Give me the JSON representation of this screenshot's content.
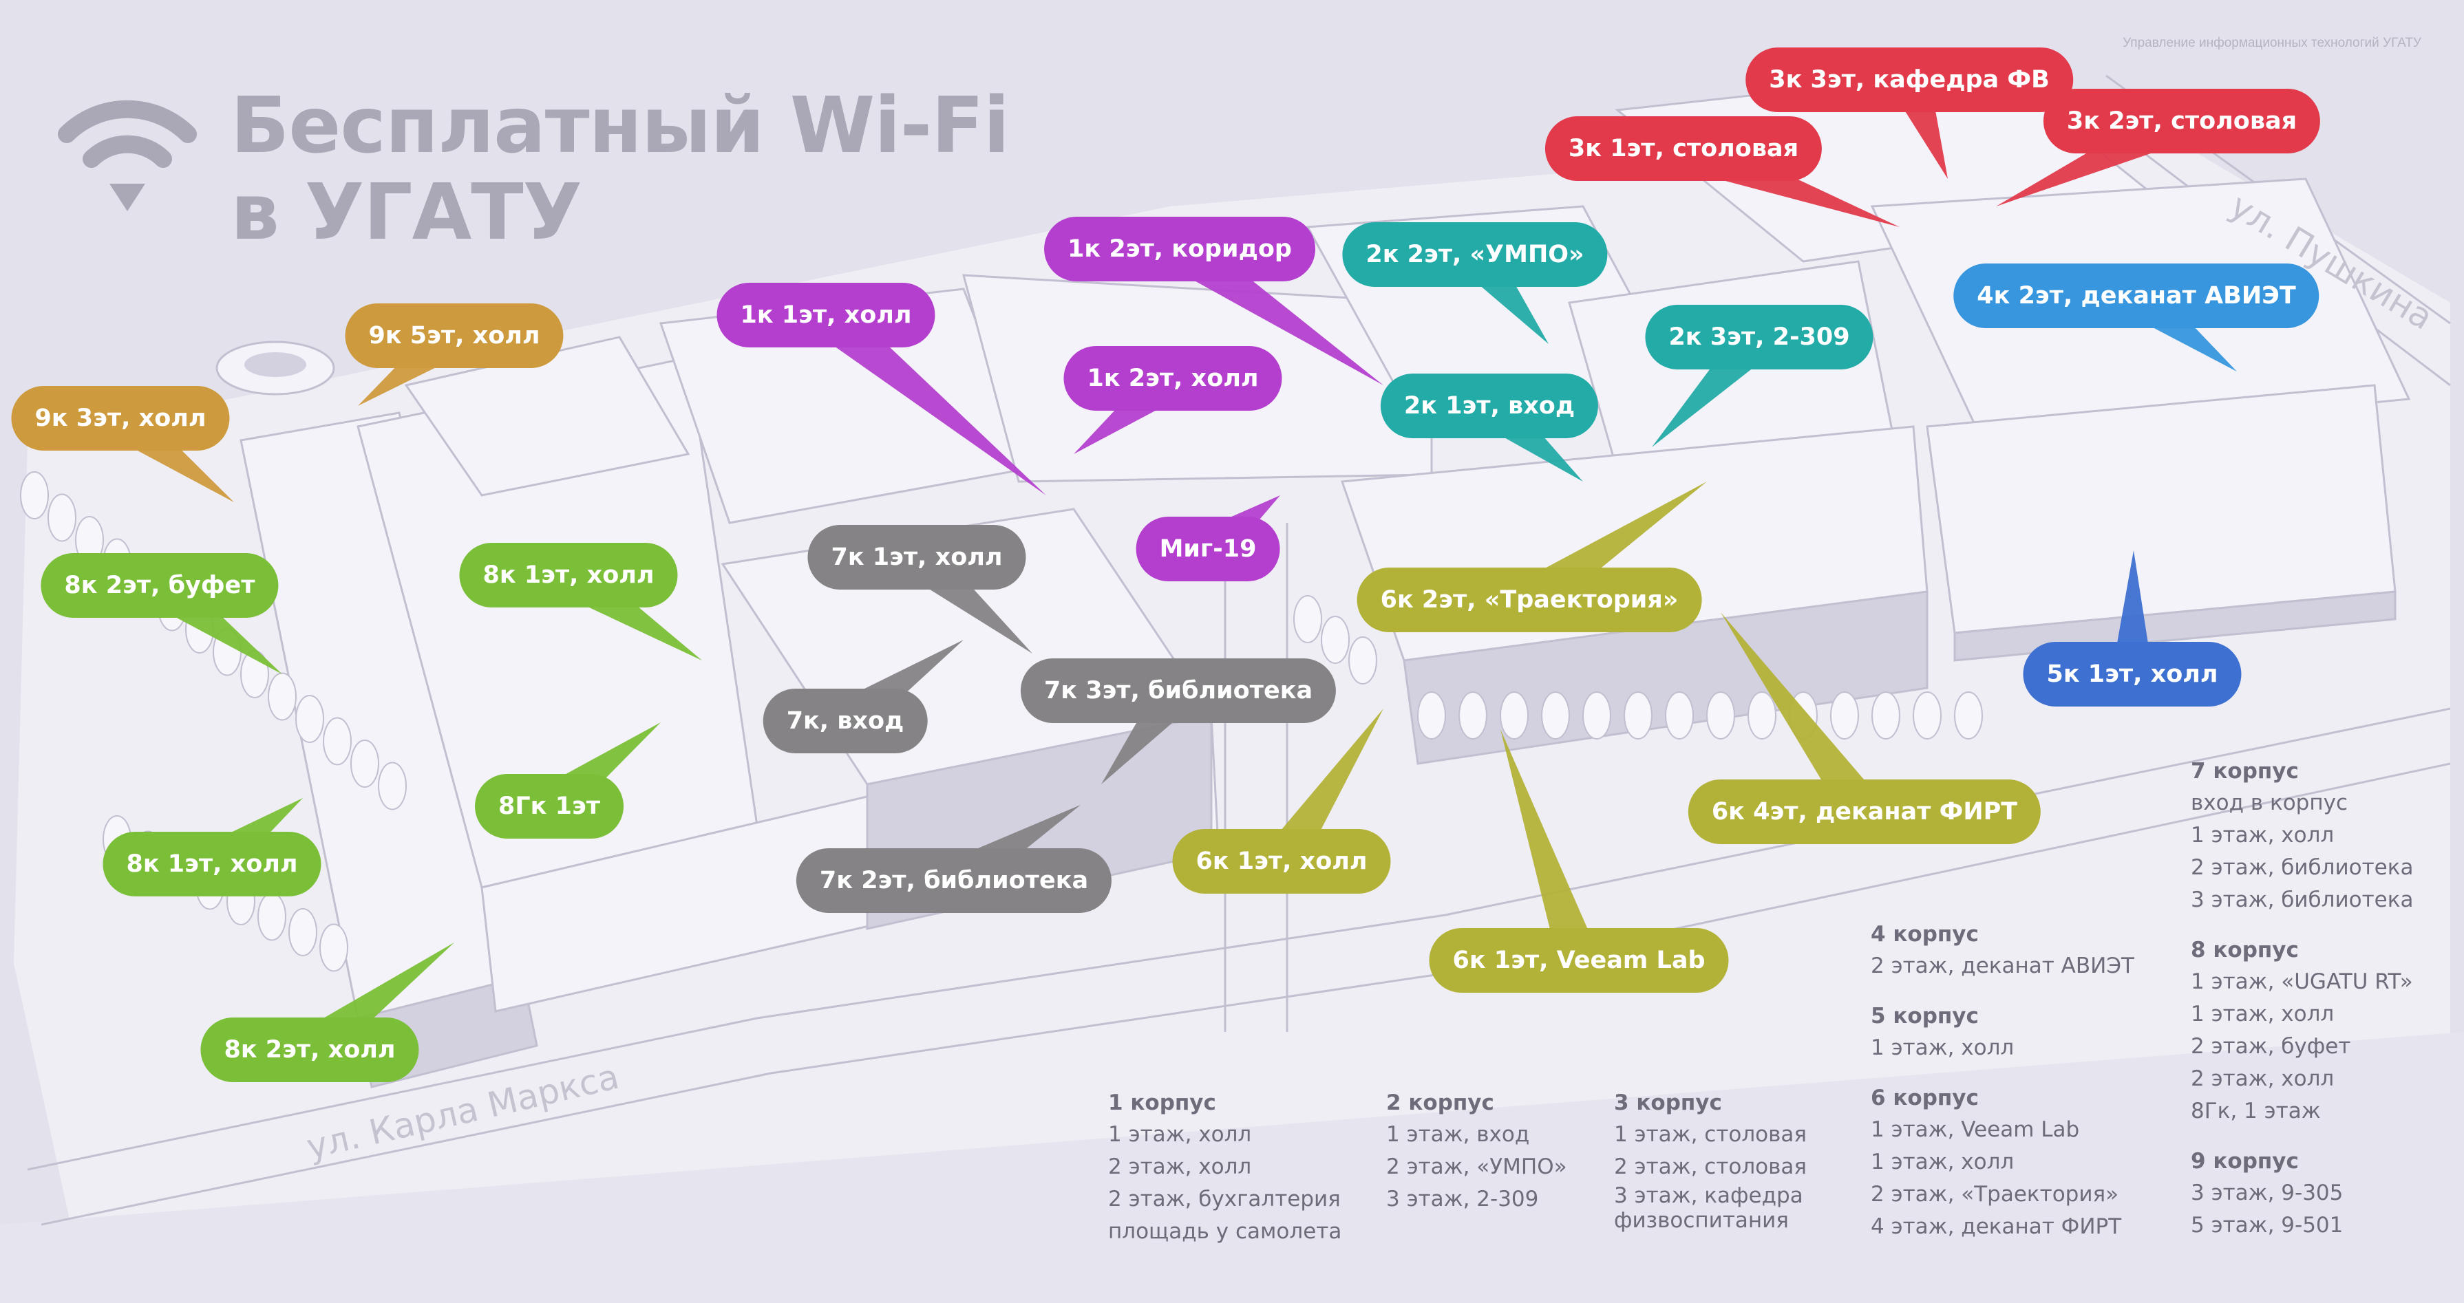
{
  "title": {
    "line1": "Бесплатный Wi-Fi",
    "line2": "в УГАТУ"
  },
  "credit": "Управление информационных технологий УГАТУ",
  "streets": {
    "karla_marksa": "ул. Карла Маркса",
    "pushkina": "ул. Пушкина"
  },
  "colors": {
    "background": "#e3e1ec",
    "building_top": "#f4f3f9",
    "building_side": "#d3d1df",
    "building_line": "#c2bfd0",
    "road": "#ebeaf2",
    "tree": "#f7f7fb",
    "wifi_icon": "#aaa7b6",
    "korpus_1": "#b43fcf",
    "korpus_2": "#23aba7",
    "korpus_3": "#e23a4b",
    "korpus_4": "#3796dd",
    "korpus_5": "#3d70d1",
    "korpus_6": "#b3b238",
    "korpus_7": "#858385",
    "korpus_8": "#7abf37",
    "korpus_9": "#cd9a3d"
  },
  "icons": {
    "wifi": "wifi-icon"
  },
  "hotspots": [
    {
      "id": "k1-1",
      "label": "1к 1эт, холл",
      "korpus": 1
    },
    {
      "id": "k1-2-corridor",
      "label": "1к 2эт, коридор",
      "korpus": 1
    },
    {
      "id": "k1-2-hall",
      "label": "1к 2эт, холл",
      "korpus": 1
    },
    {
      "id": "mig19",
      "label": "Миг-19",
      "korpus": 1
    },
    {
      "id": "k2-2",
      "label": "2к 2эт, «УМПО»",
      "korpus": 2
    },
    {
      "id": "k2-3",
      "label": "2к 3эт, 2-309",
      "korpus": 2
    },
    {
      "id": "k2-1",
      "label": "2к 1эт, вход",
      "korpus": 2
    },
    {
      "id": "k3-3",
      "label": "3к 3эт, кафедра ФВ",
      "korpus": 3
    },
    {
      "id": "k3-1",
      "label": "3к 1эт, столовая",
      "korpus": 3
    },
    {
      "id": "k3-2",
      "label": "3к 2эт, столовая",
      "korpus": 3
    },
    {
      "id": "k4-2",
      "label": "4к 2эт, деканат АВИЭТ",
      "korpus": 4
    },
    {
      "id": "k5-1",
      "label": "5к 1эт, холл",
      "korpus": 5
    },
    {
      "id": "k6-2",
      "label": "6к 2эт, «Траектория»",
      "korpus": 6
    },
    {
      "id": "k6-4",
      "label": "6к 4эт, деканат ФИРТ",
      "korpus": 6
    },
    {
      "id": "k6-1-hall",
      "label": "6к 1эт, холл",
      "korpus": 6
    },
    {
      "id": "k6-1-veeam",
      "label": "6к 1эт, Veeam Lab",
      "korpus": 6
    },
    {
      "id": "k7-1",
      "label": "7к 1эт, холл",
      "korpus": 7
    },
    {
      "id": "k7-entry",
      "label": "7к, вход",
      "korpus": 7
    },
    {
      "id": "k7-3",
      "label": "7к 3эт, библиотека",
      "korpus": 7
    },
    {
      "id": "k7-2",
      "label": "7к 2эт, библиотека",
      "korpus": 7
    },
    {
      "id": "k8-1-hall",
      "label": "8к 1эт, холл",
      "korpus": 8
    },
    {
      "id": "k8-2-buffet",
      "label": "8к 2эт, буфет",
      "korpus": 8
    },
    {
      "id": "k8g-1",
      "label": "8Гк 1эт",
      "korpus": 8
    },
    {
      "id": "k8-1-hall-b",
      "label": "8к 1эт, холл",
      "korpus": 8
    },
    {
      "id": "k8-2-hall",
      "label": "8к 2эт, холл",
      "korpus": 8
    },
    {
      "id": "k9-5",
      "label": "9к 5эт, холл",
      "korpus": 9
    },
    {
      "id": "k9-3",
      "label": "9к 3эт, холл",
      "korpus": 9
    }
  ],
  "legend": [
    {
      "heading": "1 корпус",
      "items": [
        "1 этаж, холл",
        "2 этаж, холл",
        "2 этаж, бухгалтерия",
        "площадь у самолета"
      ]
    },
    {
      "heading": "2 корпус",
      "items": [
        "1 этаж, вход",
        "2 этаж, «УМПО»",
        "3 этаж, 2-309"
      ]
    },
    {
      "heading": "3 корпус",
      "items": [
        "1 этаж, столовая",
        "2 этаж, столовая",
        "3 этаж, кафедра",
        "физвоспитания"
      ]
    },
    {
      "heading": "4 корпус",
      "items": [
        "2 этаж, деканат АВИЭТ"
      ]
    },
    {
      "heading": "5 корпус",
      "items": [
        "1 этаж, холл"
      ]
    },
    {
      "heading": "6 корпус",
      "items": [
        "1 этаж, Veeam Lab",
        "1 этаж, холл",
        "2 этаж, «Траектория»",
        "4 этаж, деканат ФИРТ"
      ]
    },
    {
      "heading": "7 корпус",
      "items": [
        "вход в корпус",
        "1 этаж, холл",
        "2 этаж, библиотека",
        "3 этаж, библиотека"
      ]
    },
    {
      "heading": "8 корпус",
      "items": [
        "1 этаж, «UGATU RT»",
        "1 этаж, холл",
        "2 этаж, буфет",
        "2 этаж, холл",
        "8Гк, 1 этаж"
      ]
    },
    {
      "heading": "9 корпус",
      "items": [
        "3 этаж, 9-305",
        "5 этаж, 9-501"
      ]
    }
  ]
}
